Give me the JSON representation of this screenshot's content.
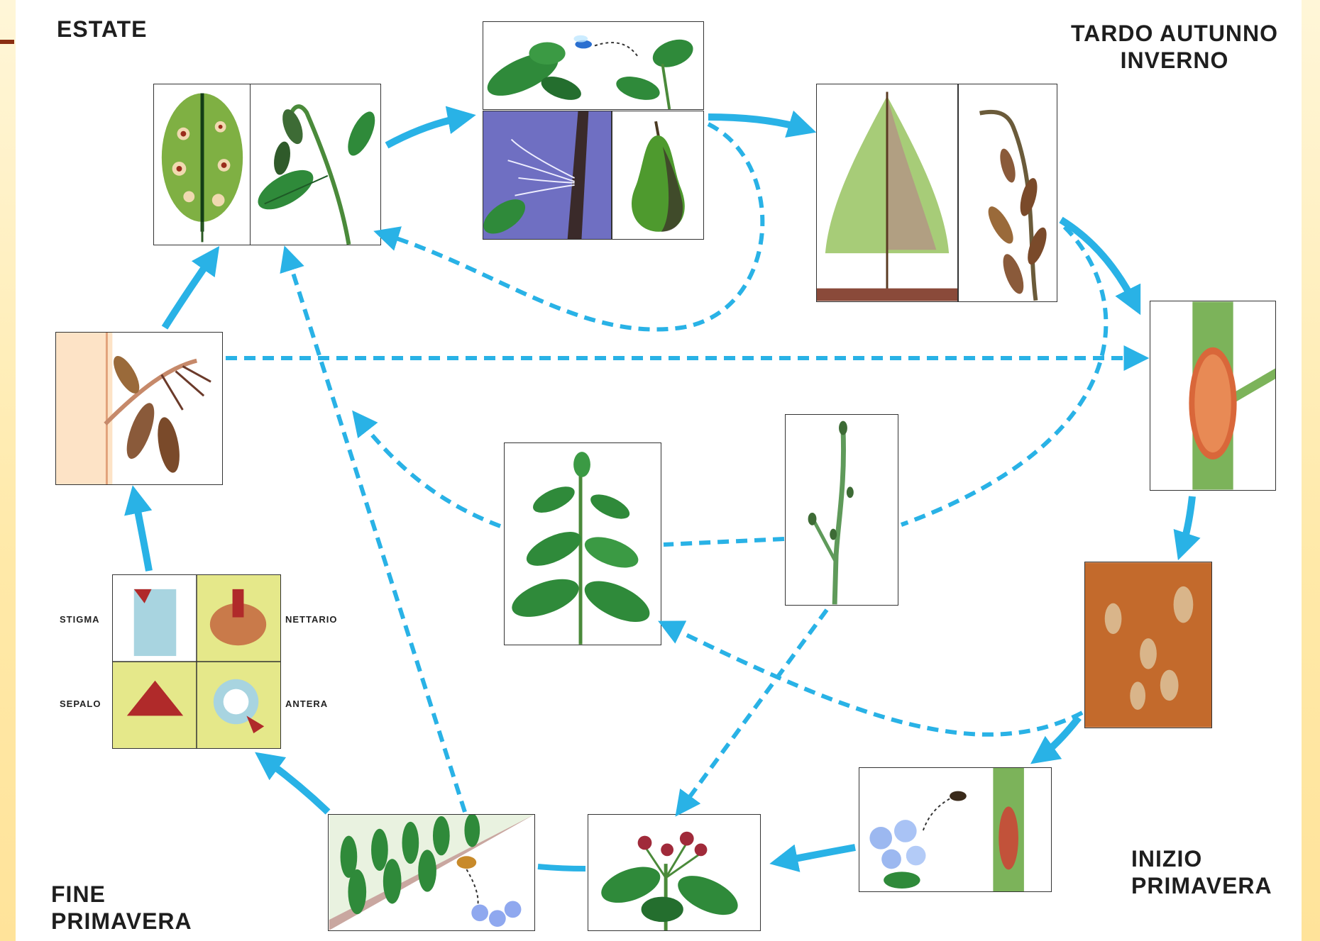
{
  "seasons": {
    "summer": [
      "ESTATE"
    ],
    "late_autumn_winter": [
      "TARDO AUTUNNO",
      "INVERNO"
    ],
    "early_spring": [
      "INIZIO",
      "PRIMAVERA"
    ],
    "late_spring": [
      "FINE",
      "PRIMAVERA"
    ]
  },
  "flower_parts": {
    "stigma": "STIGMA",
    "nectary": "NETTARIO",
    "sepal": "SEPALO",
    "anther": "ANTERA"
  },
  "colors": {
    "arrow": "#29b2e6",
    "leaf": "#2f8a3a",
    "canker": "#d9673a",
    "bark": "#c36a2c",
    "text": "#1e1e1e"
  }
}
